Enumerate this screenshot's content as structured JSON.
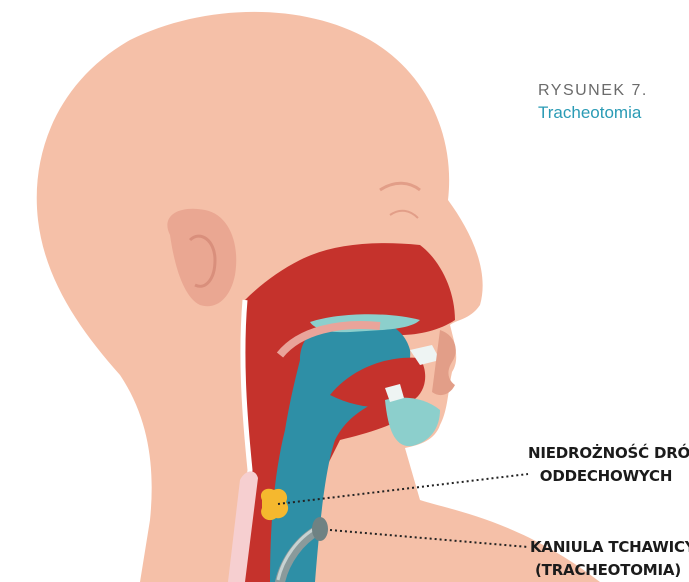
{
  "figure": {
    "number": "RYSUNEK 7.",
    "title": "Tracheotomia"
  },
  "callouts": {
    "obstruction": {
      "line1": "NIEDROŻNOŚĆ DRÓG",
      "line2": "ODDECHOWYCH"
    },
    "cannula": {
      "line1": "KANIULA TCHAWICY",
      "line2": "(TRACHEOTOMIA)"
    }
  },
  "colors": {
    "skin": "#f5c0a8",
    "skin_shadow": "#eaa792",
    "tissue_red": "#c5322c",
    "airway_teal": "#2e8fa6",
    "airway_light": "#8ccfcc",
    "obstruction_yellow": "#f5b82e",
    "caption_blue": "#2a9bb5",
    "cannula_gray": "#8a9a9b"
  }
}
